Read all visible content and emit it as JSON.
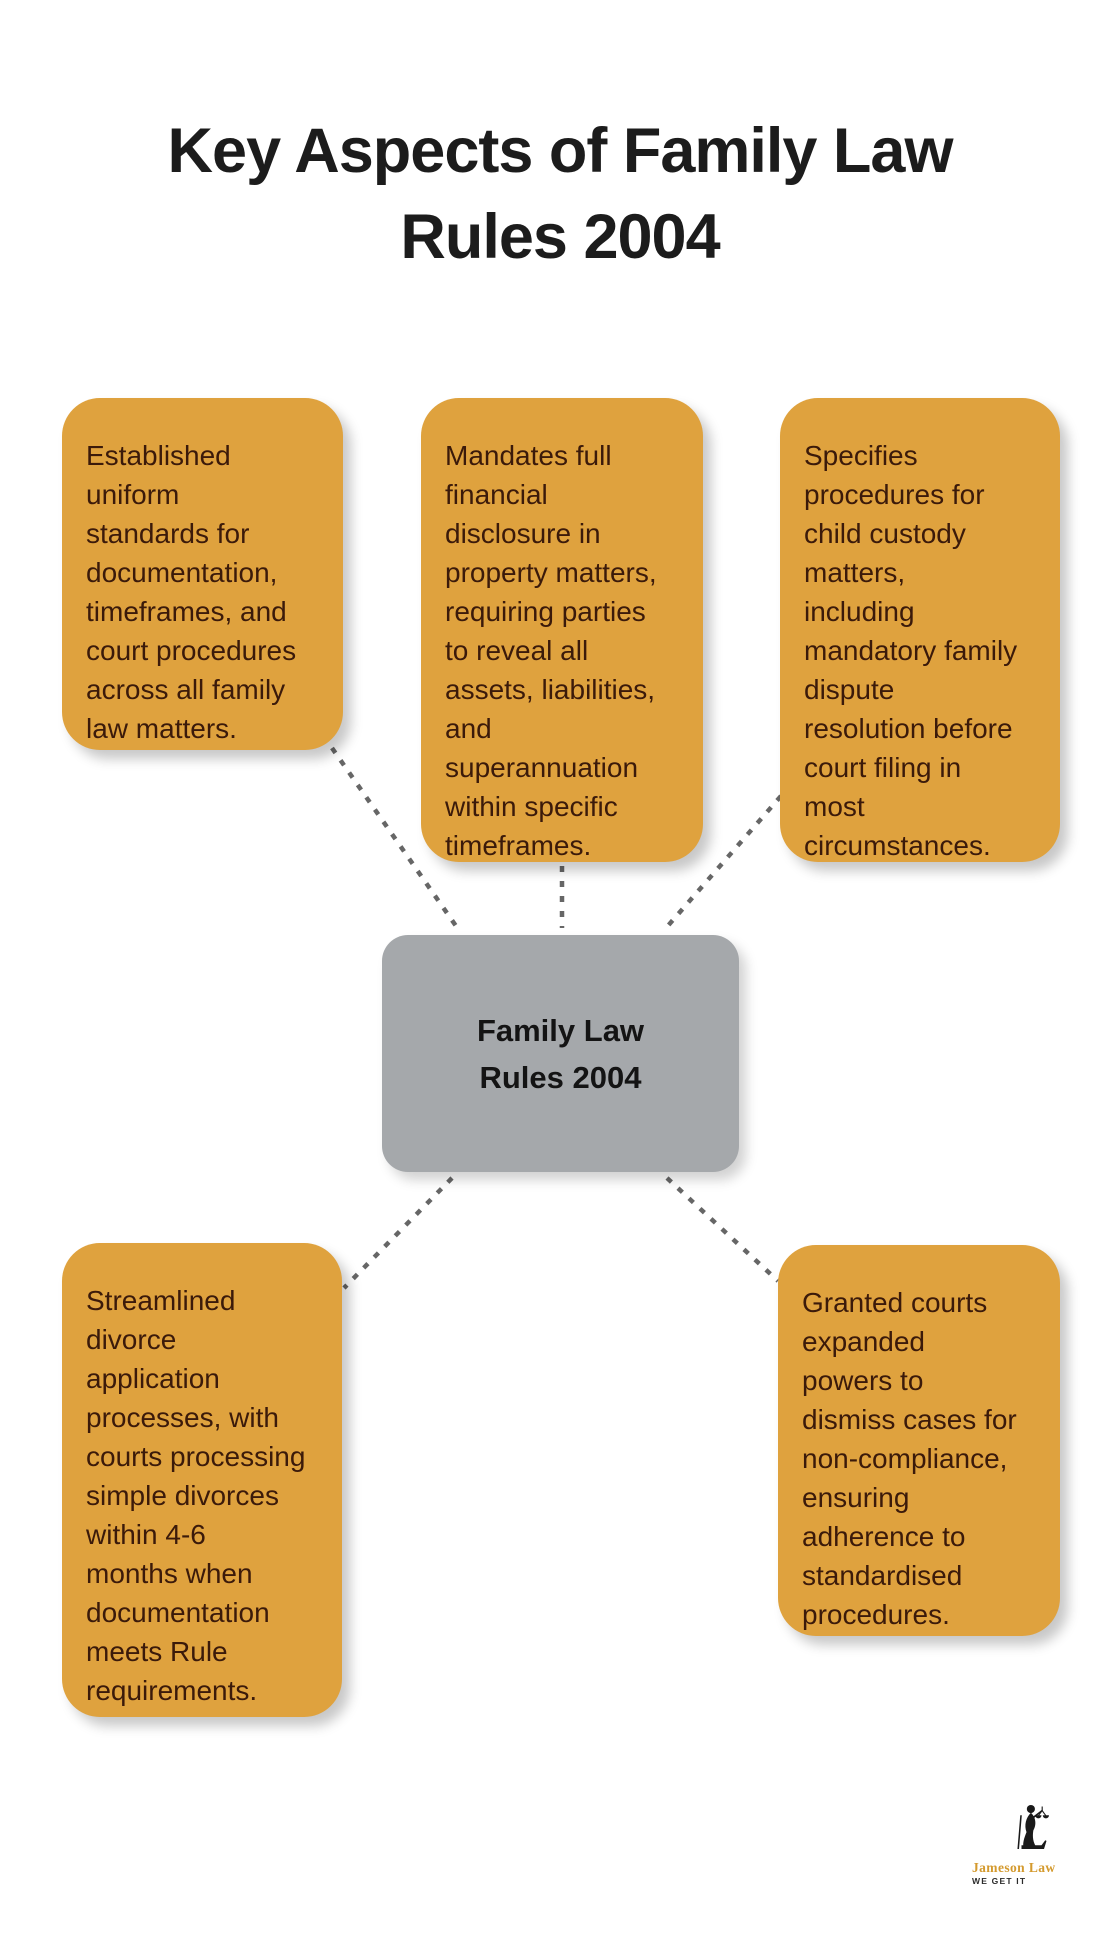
{
  "title": "Key Aspects of Family Law\nRules 2004",
  "center": {
    "label": "Family Law\nRules 2004"
  },
  "nodes": [
    {
      "id": "uniform-standards",
      "text": "Established\nuniform\nstandards for\ndocumentation,\ntimeframes, and\ncourt procedures\nacross all family\nlaw matters."
    },
    {
      "id": "financial-disclosure",
      "text": "Mandates full\nfinancial\ndisclosure in\nproperty matters,\nrequiring parties\nto reveal all\nassets, liabilities,\nand\nsuperannuation\nwithin specific\ntimeframes."
    },
    {
      "id": "child-custody",
      "text": "Specifies\nprocedures for\nchild custody\nmatters,\nincluding\nmandatory family\ndispute\nresolution before\ncourt filing in\nmost\ncircumstances."
    },
    {
      "id": "divorce-processing",
      "text": "Streamlined\ndivorce\napplication\nprocesses, with\ncourts processing\nsimple divorces\nwithin 4-6\nmonths when\ndocumentation\nmeets Rule\nrequirements."
    },
    {
      "id": "court-powers",
      "text": "Granted courts\nexpanded\npowers to\ndismiss cases for\nnon-compliance,\nensuring\nadherence to\nstandardised\nprocedures."
    }
  ],
  "logo": {
    "name": "Jameson Law",
    "tagline": "WE GET IT"
  },
  "colors": {
    "background": "#ffffff",
    "title_text": "#1c1c1c",
    "node_fill": "#dfa23e",
    "node_text": "#3b1a0a",
    "center_fill": "#a5a8ab",
    "center_text": "#141414",
    "connector": "#666666",
    "logo_gold": "#d49a2e"
  }
}
